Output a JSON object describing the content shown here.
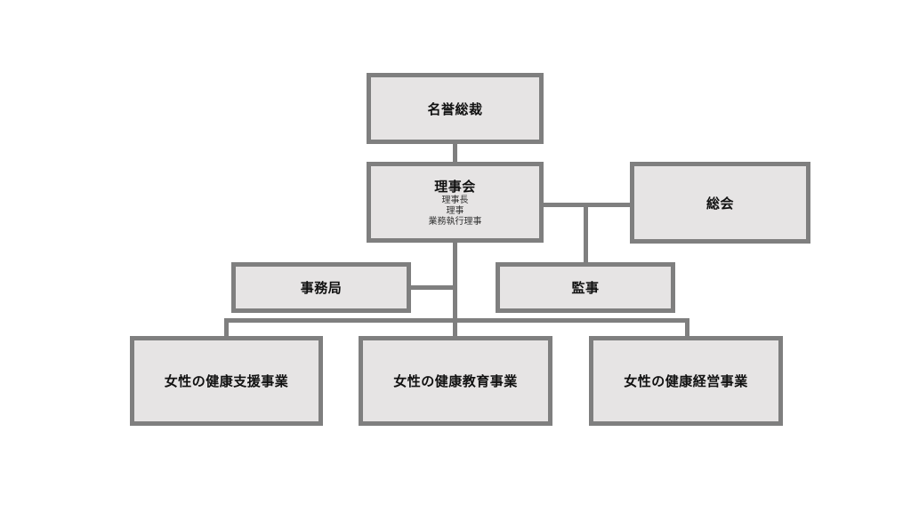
{
  "chart": {
    "honorary_president": "名誉総裁",
    "board": {
      "title": "理事会",
      "members": [
        "理事長",
        "理事",
        "業務執行理事"
      ]
    },
    "general_assembly": "総会",
    "secretariat": "事務局",
    "auditor": "監事",
    "projects": [
      "女性の健康支援事業",
      "女性の健康教育事業",
      "女性の健康経営事業"
    ]
  },
  "colors": {
    "box_fill": "#e6e4e4",
    "box_border": "#7f7f7f",
    "connector": "#7f7f7f"
  }
}
